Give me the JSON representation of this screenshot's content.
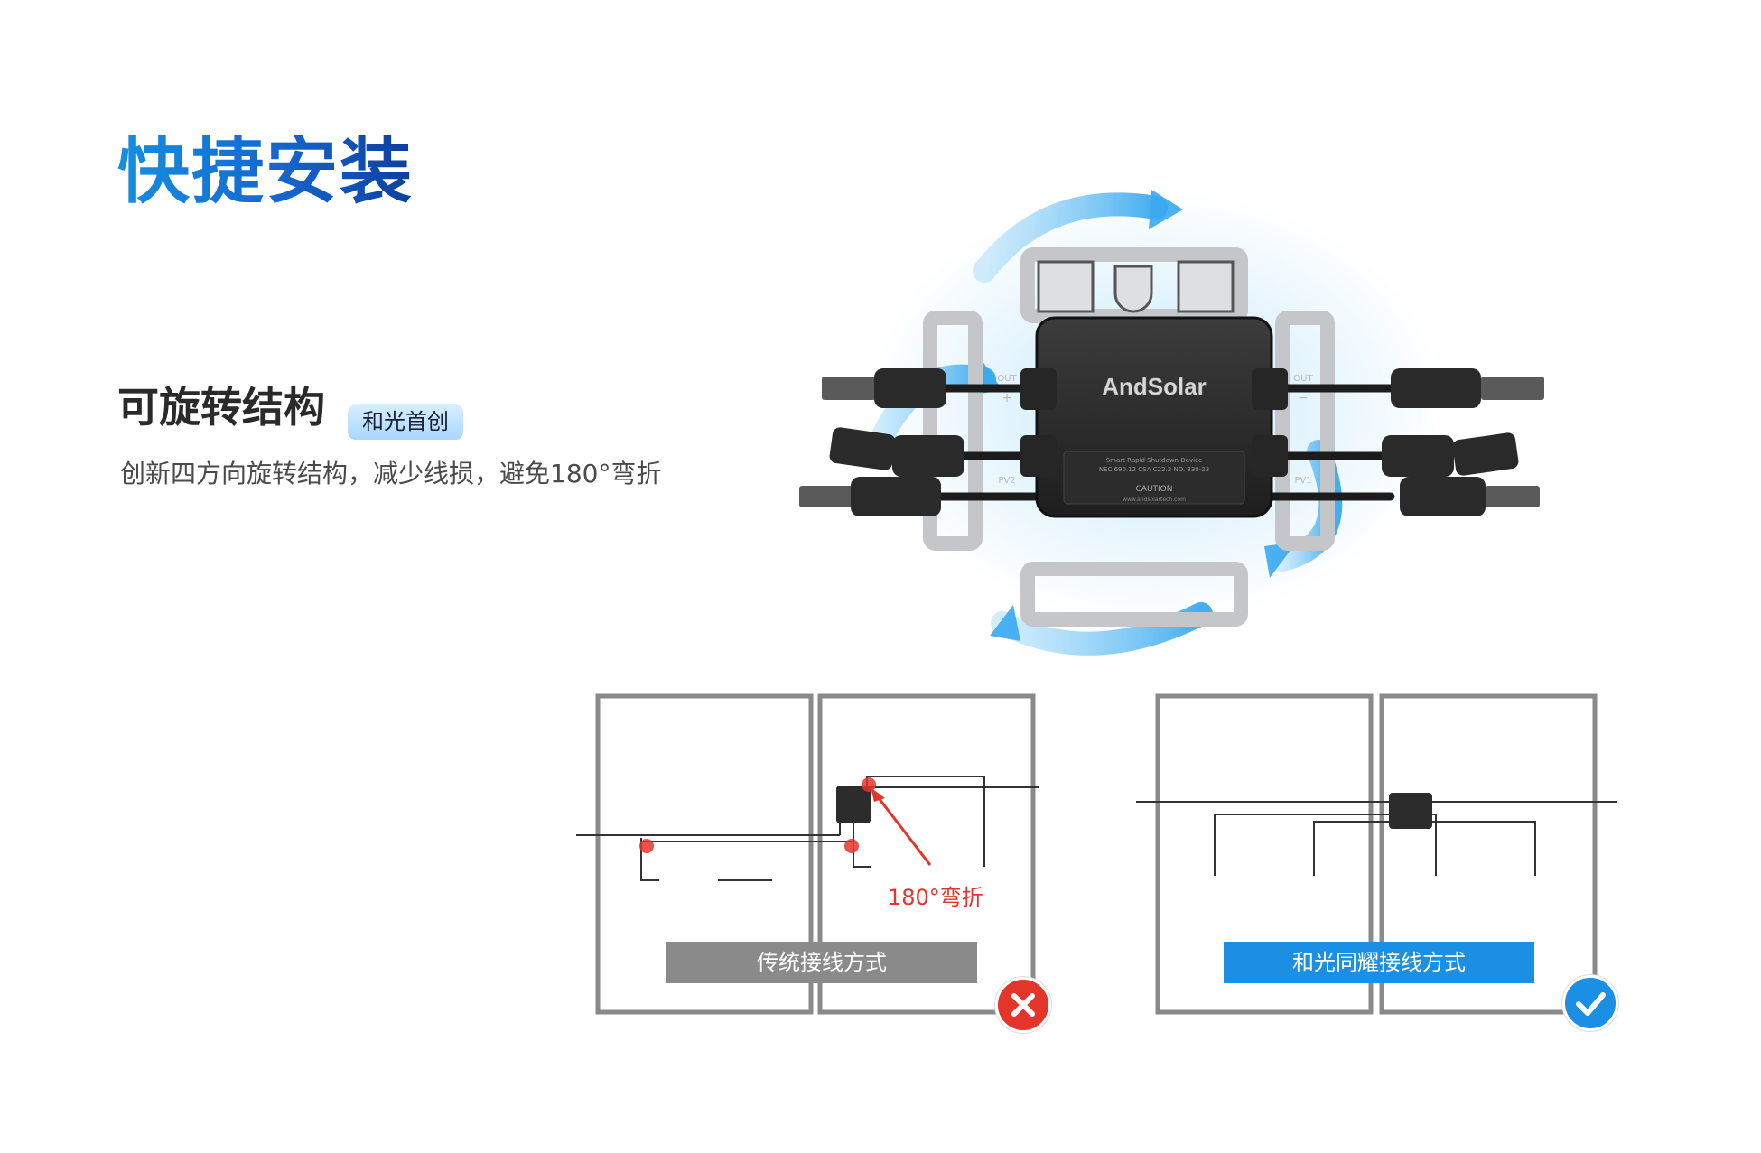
{
  "heading": {
    "title": "快捷安装",
    "feature_title": "可旋转结构",
    "feature_badge": "和光首创",
    "feature_description": "创新四方向旋转结构，减少线损，避免180°弯折"
  },
  "device": {
    "brand": "AndSolar",
    "port_out": "OUT",
    "port_pv2": "PV2",
    "port_pv1": "PV1",
    "plus": "+",
    "minus": "−",
    "label_line1": "Smart Rapid Shutdown Device",
    "label_line2": "NEC 690.12  CSA C22.2 NO. 330-23",
    "label_caution": "CAUTION",
    "label_url": "www.andsolartech.com"
  },
  "comparison": {
    "traditional_label": "传统接线方式",
    "bend_label": "180°弯折",
    "new_label": "和光同耀接线方式",
    "traditional_mark": "cross-icon",
    "new_mark": "check-icon"
  },
  "colors": {
    "title_start": "#1590e0",
    "title_end": "#0c3f9e",
    "bad_mark": "#e5352b",
    "good_mark": "#1a8fe3",
    "traditional_bar": "#8a8a8a",
    "new_bar": "#1a8fe3",
    "bend_highlight": "#e5352b",
    "rotation_glow": "#5cc0f5"
  }
}
